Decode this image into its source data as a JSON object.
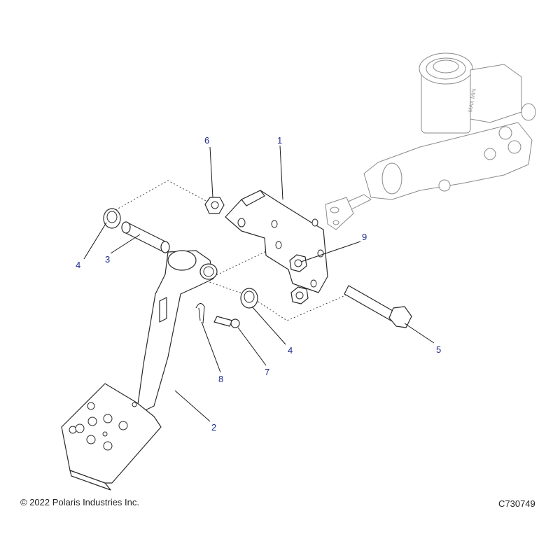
{
  "diagram": {
    "callouts": [
      {
        "id": "callout-1",
        "label": "1"
      },
      {
        "id": "callout-2",
        "label": "2"
      },
      {
        "id": "callout-3",
        "label": "3"
      },
      {
        "id": "callout-4a",
        "label": "4"
      },
      {
        "id": "callout-4b",
        "label": "4"
      },
      {
        "id": "callout-5",
        "label": "5"
      },
      {
        "id": "callout-6",
        "label": "6"
      },
      {
        "id": "callout-7",
        "label": "7"
      },
      {
        "id": "callout-8",
        "label": "8"
      },
      {
        "id": "callout-9",
        "label": "9"
      }
    ],
    "reservoir_label": "MAX MIN",
    "callout_color": "#1e2a8c"
  },
  "footer": {
    "copyright": "© 2022 Polaris Industries Inc.",
    "drawing_id": "C730749"
  }
}
